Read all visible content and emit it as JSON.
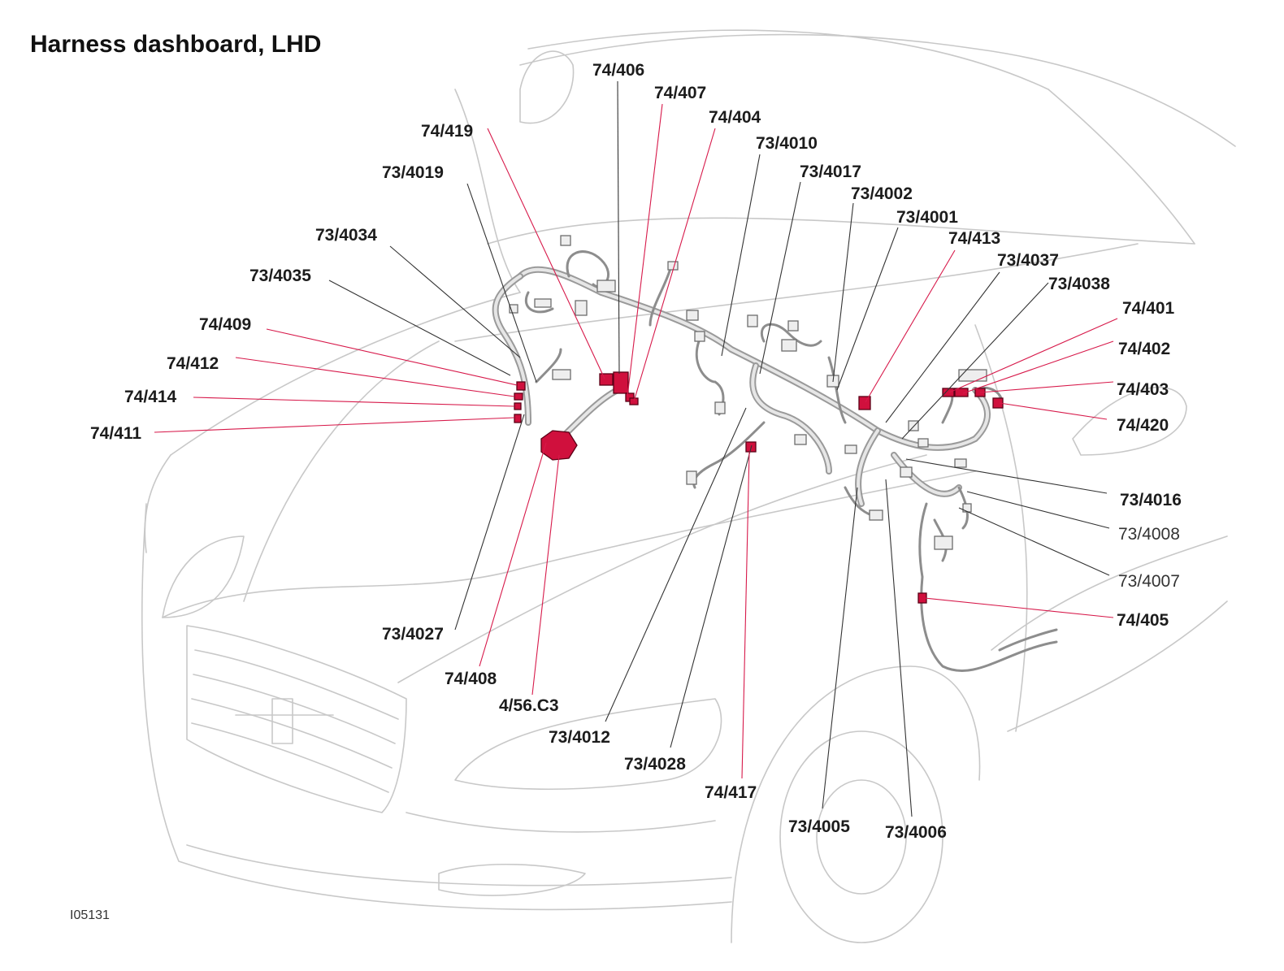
{
  "title": "Harness dashboard, LHD",
  "figure_id": "I05131",
  "colors": {
    "highlight": "#d0103d",
    "leader_red": "#d7194a",
    "leader_black": "#333333",
    "car_outline": "#c8c8c8",
    "harness": "#9a9a9a"
  },
  "labels": [
    {
      "text": "74/406",
      "leader": "black"
    },
    {
      "text": "74/407",
      "leader": "red"
    },
    {
      "text": "74/404",
      "leader": "red"
    },
    {
      "text": "74/419",
      "leader": "red"
    },
    {
      "text": "73/4010",
      "leader": "black"
    },
    {
      "text": "73/4019",
      "leader": "black"
    },
    {
      "text": "73/4017",
      "leader": "black"
    },
    {
      "text": "73/4002",
      "leader": "black"
    },
    {
      "text": "73/4001",
      "leader": "black"
    },
    {
      "text": "74/413",
      "leader": "red"
    },
    {
      "text": "73/4034",
      "leader": "black"
    },
    {
      "text": "73/4037",
      "leader": "black"
    },
    {
      "text": "73/4035",
      "leader": "black"
    },
    {
      "text": "73/4038",
      "leader": "black"
    },
    {
      "text": "74/401",
      "leader": "red"
    },
    {
      "text": "74/409",
      "leader": "red"
    },
    {
      "text": "74/402",
      "leader": "red"
    },
    {
      "text": "74/412",
      "leader": "red"
    },
    {
      "text": "74/403",
      "leader": "red"
    },
    {
      "text": "74/414",
      "leader": "red"
    },
    {
      "text": "74/420",
      "leader": "red"
    },
    {
      "text": "74/411",
      "leader": "red"
    },
    {
      "text": "73/4016",
      "leader": "black"
    },
    {
      "text": "73/4008",
      "leader": "black"
    },
    {
      "text": "73/4007",
      "leader": "black"
    },
    {
      "text": "74/405",
      "leader": "red"
    },
    {
      "text": "73/4027",
      "leader": "black"
    },
    {
      "text": "74/408",
      "leader": "red"
    },
    {
      "text": "4/56.C3",
      "leader": "red"
    },
    {
      "text": "73/4012",
      "leader": "black"
    },
    {
      "text": "73/4028",
      "leader": "black"
    },
    {
      "text": "74/417",
      "leader": "red"
    },
    {
      "text": "73/4005",
      "leader": "black"
    },
    {
      "text": "73/4006",
      "leader": "black"
    }
  ]
}
